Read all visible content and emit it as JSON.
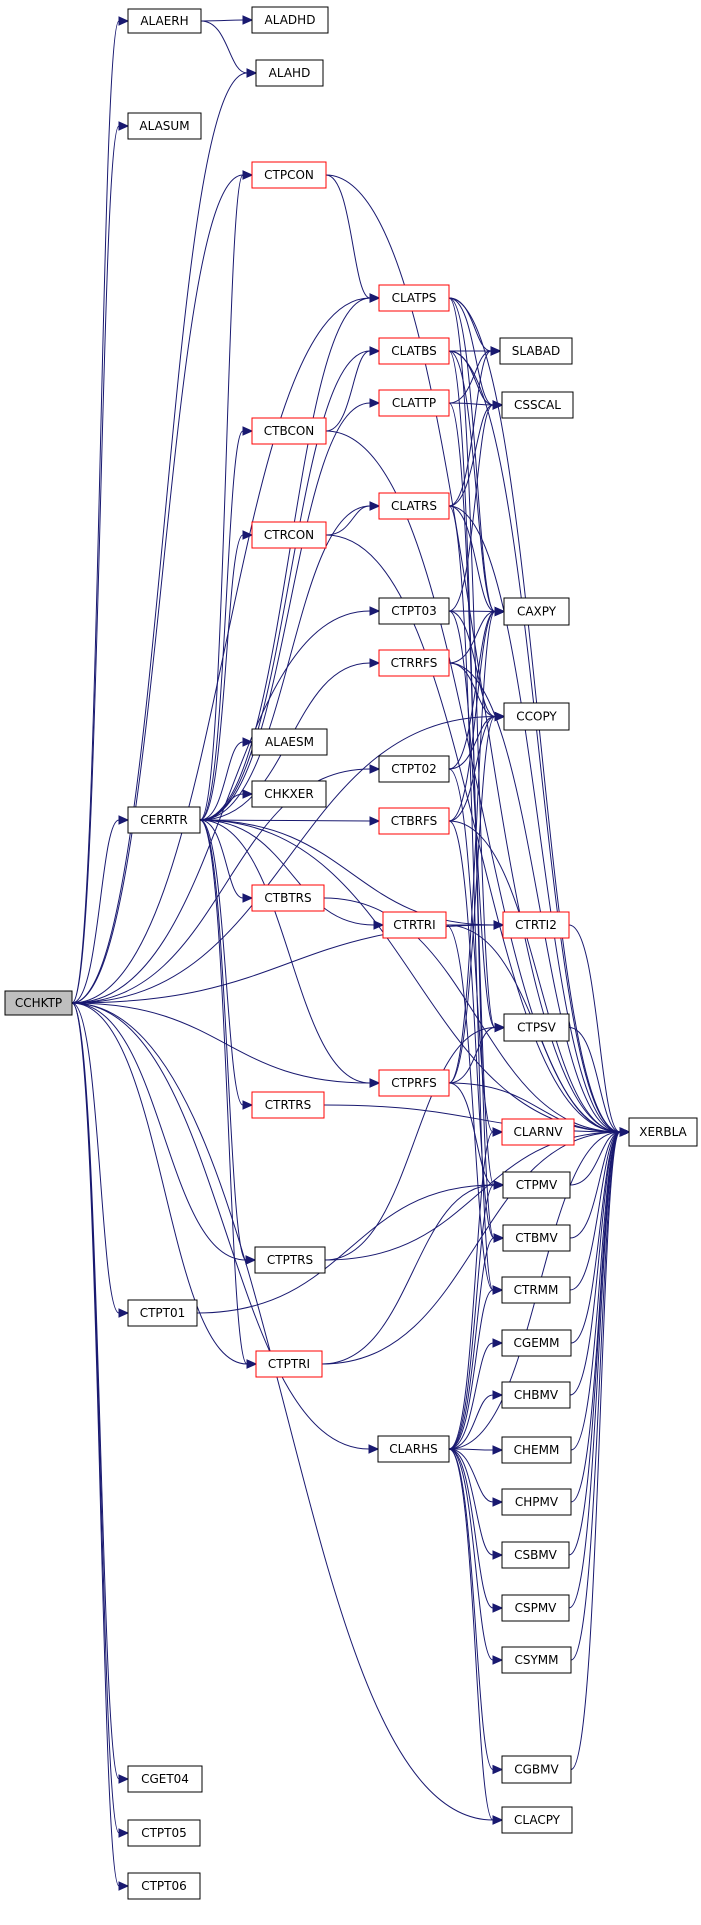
{
  "colors": {
    "edge": "#191970",
    "root_fill": "#bfbfbf",
    "node_fill": "#ffffff",
    "node_border": "#000000",
    "highlight_border": "#ff0000"
  },
  "nodes": {
    "CCHKTP": {
      "label": "CCHKTP",
      "root": true
    },
    "ALAERH": {
      "label": "ALAERH"
    },
    "ALADHD": {
      "label": "ALADHD"
    },
    "ALAHD": {
      "label": "ALAHD"
    },
    "ALASUM": {
      "label": "ALASUM"
    },
    "CTPCON": {
      "label": "CTPCON",
      "highlight": true
    },
    "CLATPS": {
      "label": "CLATPS",
      "highlight": true
    },
    "CLATBS": {
      "label": "CLATBS",
      "highlight": true
    },
    "CLATTP": {
      "label": "CLATTP",
      "highlight": true
    },
    "SLABAD": {
      "label": "SLABAD"
    },
    "CSSCAL": {
      "label": "CSSCAL"
    },
    "CTBCON": {
      "label": "CTBCON",
      "highlight": true
    },
    "CLATRS": {
      "label": "CLATRS",
      "highlight": true
    },
    "CTRCON": {
      "label": "CTRCON",
      "highlight": true
    },
    "CTPT03": {
      "label": "CTPT03"
    },
    "CAXPY": {
      "label": "CAXPY"
    },
    "CTRRFS": {
      "label": "CTRRFS",
      "highlight": true
    },
    "CCOPY": {
      "label": "CCOPY"
    },
    "ALAESM": {
      "label": "ALAESM"
    },
    "CTPT02": {
      "label": "CTPT02"
    },
    "CHKXER": {
      "label": "CHKXER"
    },
    "CERRTR": {
      "label": "CERRTR"
    },
    "CTBRFS": {
      "label": "CTBRFS",
      "highlight": true
    },
    "CTBTRS": {
      "label": "CTBTRS",
      "highlight": true
    },
    "CTRTRI": {
      "label": "CTRTRI",
      "highlight": true
    },
    "CTRTI2": {
      "label": "CTRTI2",
      "highlight": true
    },
    "CTPSV": {
      "label": "CTPSV"
    },
    "CTRTRS": {
      "label": "CTRTRS",
      "highlight": true
    },
    "CTPRFS": {
      "label": "CTPRFS",
      "highlight": true
    },
    "XERBLA": {
      "label": "XERBLA"
    },
    "CLARNV": {
      "label": "CLARNV",
      "highlight": true
    },
    "CTPMV": {
      "label": "CTPMV"
    },
    "CTBMV": {
      "label": "CTBMV"
    },
    "CTPTRS": {
      "label": "CTPTRS"
    },
    "CTRMM": {
      "label": "CTRMM"
    },
    "CTPT01": {
      "label": "CTPT01"
    },
    "CGEMM": {
      "label": "CGEMM"
    },
    "CTPTRI": {
      "label": "CTPTRI",
      "highlight": true
    },
    "CHBMV": {
      "label": "CHBMV"
    },
    "CLARHS": {
      "label": "CLARHS"
    },
    "CHEMM": {
      "label": "CHEMM"
    },
    "CHPMV": {
      "label": "CHPMV"
    },
    "CSBMV": {
      "label": "CSBMV"
    },
    "CSPMV": {
      "label": "CSPMV"
    },
    "CSYMM": {
      "label": "CSYMM"
    },
    "CGBMV": {
      "label": "CGBMV"
    },
    "CGET04": {
      "label": "CGET04"
    },
    "CLACPY": {
      "label": "CLACPY"
    },
    "CTPT05": {
      "label": "CTPT05"
    },
    "CTPT06": {
      "label": "CTPT06"
    }
  },
  "edges": [
    [
      "CCHKTP",
      "ALAERH"
    ],
    [
      "CCHKTP",
      "ALAHD"
    ],
    [
      "CCHKTP",
      "ALASUM"
    ],
    [
      "CCHKTP",
      "CTPCON"
    ],
    [
      "CCHKTP",
      "CTPT03"
    ],
    [
      "CCHKTP",
      "CCOPY"
    ],
    [
      "CCHKTP",
      "CERRTR"
    ],
    [
      "CCHKTP",
      "CTPT02"
    ],
    [
      "CCHKTP",
      "CTRTI2"
    ],
    [
      "CCHKTP",
      "CTPRFS"
    ],
    [
      "CCHKTP",
      "CTPTRS"
    ],
    [
      "CCHKTP",
      "CTPT01"
    ],
    [
      "CCHKTP",
      "CTPTRI"
    ],
    [
      "CCHKTP",
      "CLARHS"
    ],
    [
      "CCHKTP",
      "CLATPS"
    ],
    [
      "CCHKTP",
      "CLACPY"
    ],
    [
      "CCHKTP",
      "CGET04"
    ],
    [
      "CCHKTP",
      "CTPT05"
    ],
    [
      "CCHKTP",
      "CTPT06"
    ],
    [
      "ALAERH",
      "ALADHD"
    ],
    [
      "ALAERH",
      "ALAHD"
    ],
    [
      "CTPCON",
      "CLATPS"
    ],
    [
      "CTPCON",
      "XERBLA"
    ],
    [
      "CLATPS",
      "SLABAD"
    ],
    [
      "CLATPS",
      "CSSCAL"
    ],
    [
      "CLATPS",
      "CAXPY"
    ],
    [
      "CLATPS",
      "XERBLA"
    ],
    [
      "CLATPS",
      "CTPSV"
    ],
    [
      "CLATBS",
      "SLABAD"
    ],
    [
      "CLATBS",
      "CSSCAL"
    ],
    [
      "CLATBS",
      "CAXPY"
    ],
    [
      "CLATBS",
      "XERBLA"
    ],
    [
      "CLATBS",
      "CTBMV"
    ],
    [
      "CLATTP",
      "SLABAD"
    ],
    [
      "CLATTP",
      "CSSCAL"
    ],
    [
      "CLATTP",
      "CTPMV"
    ],
    [
      "CTBCON",
      "CLATBS"
    ],
    [
      "CTBCON",
      "XERBLA"
    ],
    [
      "CLATRS",
      "SLABAD"
    ],
    [
      "CLATRS",
      "CSSCAL"
    ],
    [
      "CLATRS",
      "CAXPY"
    ],
    [
      "CLATRS",
      "XERBLA"
    ],
    [
      "CLATRS",
      "CTRMM"
    ],
    [
      "CTRCON",
      "CLATRS"
    ],
    [
      "CTRCON",
      "XERBLA"
    ],
    [
      "CTPT03",
      "CAXPY"
    ],
    [
      "CTPT03",
      "CSSCAL"
    ],
    [
      "CTPT03",
      "CCOPY"
    ],
    [
      "CTPT03",
      "CTPSV"
    ],
    [
      "CTRRFS",
      "CAXPY"
    ],
    [
      "CTRRFS",
      "CCOPY"
    ],
    [
      "CTRRFS",
      "XERBLA"
    ],
    [
      "CTPT02",
      "CAXPY"
    ],
    [
      "CTPT02",
      "CCOPY"
    ],
    [
      "CTPT02",
      "CLARNV"
    ],
    [
      "CERRTR",
      "ALAESM"
    ],
    [
      "CERRTR",
      "CHKXER"
    ],
    [
      "CERRTR",
      "CTBRFS"
    ],
    [
      "CERRTR",
      "CTBTRS"
    ],
    [
      "CERRTR",
      "CTRTRI"
    ],
    [
      "CERRTR",
      "CTRTRS"
    ],
    [
      "CERRTR",
      "CTPRFS"
    ],
    [
      "CERRTR",
      "CTPTRS"
    ],
    [
      "CERRTR",
      "CTPTRI"
    ],
    [
      "CERRTR",
      "CTRRFS"
    ],
    [
      "CERRTR",
      "CTRCON"
    ],
    [
      "CERRTR",
      "CTBCON"
    ],
    [
      "CERRTR",
      "CTPCON"
    ],
    [
      "CERRTR",
      "CLATPS"
    ],
    [
      "CERRTR",
      "CLATBS"
    ],
    [
      "CERRTR",
      "CLATTP"
    ],
    [
      "CERRTR",
      "CLATRS"
    ],
    [
      "CERRTR",
      "CTRTI2"
    ],
    [
      "CERRTR",
      "XERBLA"
    ],
    [
      "CTBRFS",
      "CAXPY"
    ],
    [
      "CTBRFS",
      "CCOPY"
    ],
    [
      "CTBRFS",
      "XERBLA"
    ],
    [
      "CTBRFS",
      "CTBMV"
    ],
    [
      "CTBTRS",
      "XERBLA"
    ],
    [
      "CTRTRI",
      "CTRTI2"
    ],
    [
      "CTRTRI",
      "XERBLA"
    ],
    [
      "CTRTRI",
      "CTRMM"
    ],
    [
      "CTRTI2",
      "XERBLA"
    ],
    [
      "CTPSV",
      "XERBLA"
    ],
    [
      "CTRTRS",
      "XERBLA"
    ],
    [
      "CTPRFS",
      "CAXPY"
    ],
    [
      "CTPRFS",
      "CCOPY"
    ],
    [
      "CTPRFS",
      "CTPSV"
    ],
    [
      "CTPRFS",
      "XERBLA"
    ],
    [
      "CTPRFS",
      "CTPMV"
    ],
    [
      "CTPMV",
      "XERBLA"
    ],
    [
      "CTBMV",
      "XERBLA"
    ],
    [
      "CTPTRS",
      "CTPSV"
    ],
    [
      "CTPTRS",
      "XERBLA"
    ],
    [
      "CTRMM",
      "XERBLA"
    ],
    [
      "CTPT01",
      "CTPMV"
    ],
    [
      "CGEMM",
      "XERBLA"
    ],
    [
      "CTPTRI",
      "CTPMV"
    ],
    [
      "CTPTRI",
      "XERBLA"
    ],
    [
      "CHBMV",
      "XERBLA"
    ],
    [
      "CLARHS",
      "CLARNV"
    ],
    [
      "CLARHS",
      "CTPMV"
    ],
    [
      "CLARHS",
      "CTBMV"
    ],
    [
      "CLARHS",
      "CTRMM"
    ],
    [
      "CLARHS",
      "CGEMM"
    ],
    [
      "CLARHS",
      "CHBMV"
    ],
    [
      "CLARHS",
      "CHEMM"
    ],
    [
      "CLARHS",
      "CHPMV"
    ],
    [
      "CLARHS",
      "CSBMV"
    ],
    [
      "CLARHS",
      "CSPMV"
    ],
    [
      "CLARHS",
      "CSYMM"
    ],
    [
      "CLARHS",
      "CGBMV"
    ],
    [
      "CLARHS",
      "CLACPY"
    ],
    [
      "CLARHS",
      "XERBLA"
    ],
    [
      "CHEMM",
      "XERBLA"
    ],
    [
      "CHPMV",
      "XERBLA"
    ],
    [
      "CSBMV",
      "XERBLA"
    ],
    [
      "CSPMV",
      "XERBLA"
    ],
    [
      "CSYMM",
      "XERBLA"
    ],
    [
      "CGBMV",
      "XERBLA"
    ]
  ]
}
